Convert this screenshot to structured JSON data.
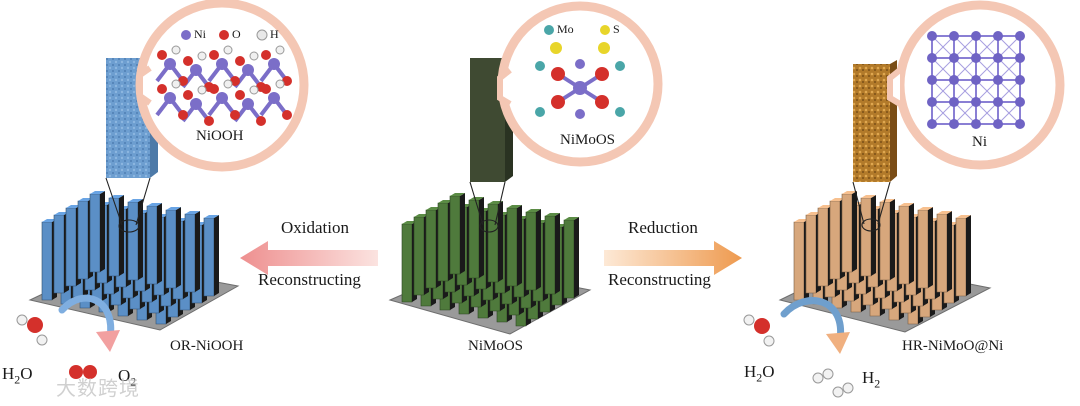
{
  "phases": {
    "left_crystal": "NiOOH",
    "center_crystal": "NiMoOS",
    "right_crystal": "Ni",
    "left_array": "OR-NiOOH",
    "center_array": "NiMoOS",
    "right_array": "HR-NiMoO@Ni"
  },
  "legend": {
    "ni": "Ni",
    "o": "O",
    "h": "H",
    "mo": "Mo",
    "s": "S"
  },
  "arrows": {
    "left_top": "Oxidation",
    "left_bottom": "Reconstructing",
    "right_top": "Reduction",
    "right_bottom": "Reconstructing"
  },
  "products": {
    "left_reactant_main": "H",
    "left_reactant_sub": "2",
    "left_reactant_tail": "O",
    "left_product_main": "O",
    "left_product_sub": "2",
    "right_reactant_main": "H",
    "right_reactant_sub": "2",
    "right_reactant_tail": "O",
    "right_product_main": "H",
    "right_product_sub": "2"
  },
  "watermark": "大数跨境",
  "colors": {
    "blue_pillar": "#5b8fc6",
    "green_pillar": "#4f7a3c",
    "orange_pillar": "#d7a77c",
    "base": "#8c8c8c",
    "circle_ring": "#f4c7b4",
    "arrow_left": "#f2a3a3",
    "arrow_right": "#f0a060"
  }
}
